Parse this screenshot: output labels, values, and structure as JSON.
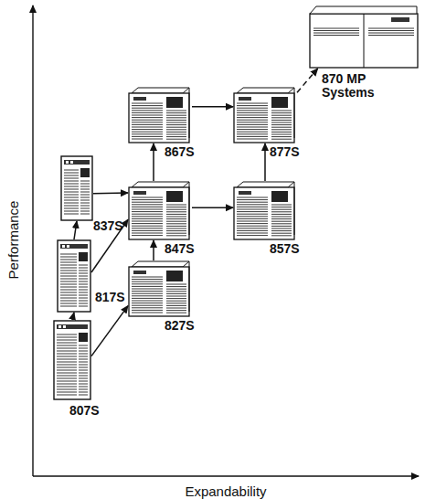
{
  "diagram": {
    "nodes": [
      {
        "text": [
          "807S"
        ]
      },
      {
        "text": [
          "817S"
        ]
      },
      {
        "text": [
          "837S"
        ]
      },
      {
        "text": [
          "827S"
        ]
      },
      {
        "text": [
          "847S"
        ]
      },
      {
        "text": [
          "867S"
        ]
      },
      {
        "text": [
          "857S"
        ]
      },
      {
        "text": [
          "877S"
        ]
      },
      {
        "text": [
          "870 MP Systems"
        ]
      }
    ],
    "edges": [
      {
        "from": 0,
        "to": 1,
        "arrow": "to"
      },
      {
        "from": 1,
        "to": 2,
        "arrow": "to"
      },
      {
        "from": 0,
        "to": 3,
        "arrow": "to"
      },
      {
        "from": 1,
        "to": 4,
        "arrow": "to"
      },
      {
        "from": 2,
        "to": 4,
        "arrow": "to"
      },
      {
        "from": 3,
        "to": 4,
        "arrow": "to"
      },
      {
        "from": 4,
        "to": 5,
        "arrow": "to"
      },
      {
        "from": 4,
        "to": 6,
        "arrow": "to"
      },
      {
        "from": 5,
        "to": 7,
        "arrow": "to"
      },
      {
        "from": 6,
        "to": 7,
        "arrow": "to"
      },
      {
        "from": 7,
        "to": 8,
        "arrow": "to"
      }
    ],
    "labels": [
      "Performance",
      "Expandability"
    ]
  }
}
